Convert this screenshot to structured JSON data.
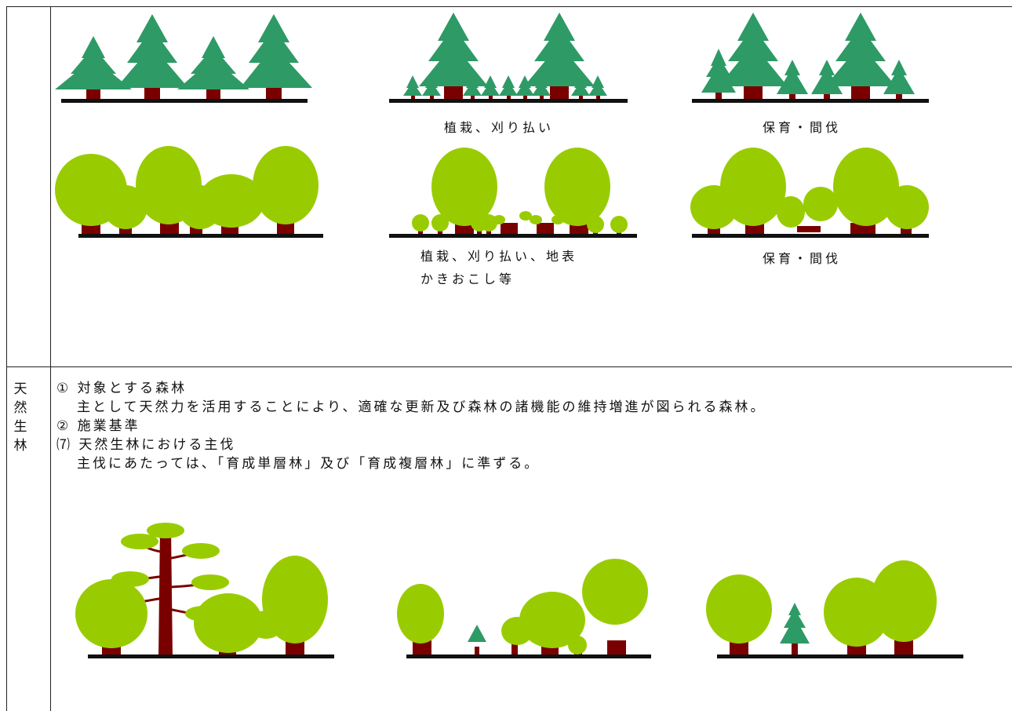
{
  "table": {
    "row2_label": [
      "天",
      "然",
      "生",
      "林"
    ]
  },
  "captions": {
    "single_planting": "植栽、刈り払い",
    "single_care": "保育・間伐",
    "multi_planting_line1": "植栽、刈り払い、地表",
    "multi_planting_line2": "かきおこし等",
    "multi_care": "保育・間伐"
  },
  "natural_forest": {
    "item1_heading": "① 対象とする森林",
    "item1_body": "主として天然力を活用することにより、適確な更新及び森林の諸機能の維持増進が図られる森林。",
    "item2_heading": "② 施業基準",
    "item2_sub_heading": "⑺ 天然生林における主伐",
    "item2_sub_body": "主伐にあたっては、「育成単層林」及び「育成複層林」に準ずる。"
  },
  "colors": {
    "conifer": "#2e9a66",
    "broadleaf": "#99cc00",
    "trunk": "#7a0000",
    "ground": "#111111",
    "rule": "#222222"
  }
}
